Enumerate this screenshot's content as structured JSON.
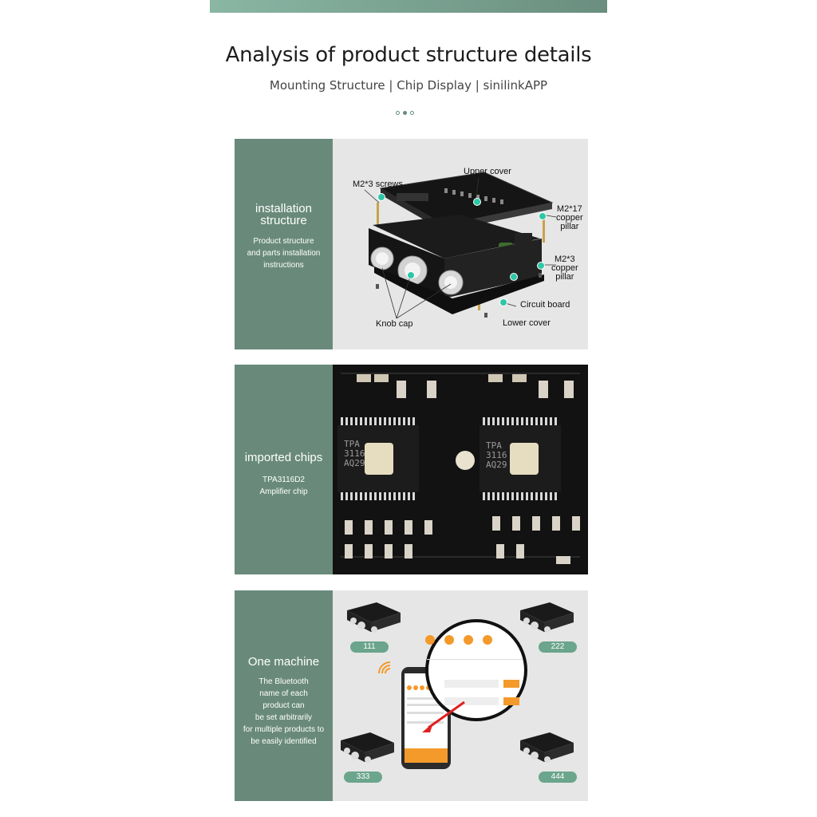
{
  "header": {
    "title": "Analysis of product structure details",
    "subtitle": "Mounting Structure | Chip Display | sinilinkAPP"
  },
  "panels": [
    {
      "title_lines": [
        "installation",
        "structure"
      ],
      "desc_lines": [
        "Product structure",
        "and parts installation",
        "instructions"
      ],
      "callouts": {
        "upper_cover": "Upper cover",
        "m2x3_screws": "M2*3 screws",
        "m2x17_a": "M2*17",
        "m2x17_b": "copper",
        "m2x17_c": "pillar",
        "m2x3_a": "M2*3",
        "m2x3_b": "copper",
        "m2x3_c": "pillar",
        "circuit_board": "Circuit board",
        "lower_cover": "Lower cover",
        "knob_cap": "Knob cap"
      }
    },
    {
      "title": "imported chips",
      "desc_lines": [
        "TPA3116D2",
        "Amplifier chip"
      ],
      "chip_text": [
        "TPA",
        "3116",
        "AQ29"
      ]
    },
    {
      "title": "One machine",
      "desc_lines": [
        "The Bluetooth",
        "name of each",
        "product can",
        "be set arbitrarily",
        "for multiple products to",
        "be easily identified"
      ],
      "device_labels": [
        "111",
        "222",
        "333",
        "444"
      ]
    }
  ],
  "colors": {
    "panel_green": "#698a7b",
    "accent_teal": "#2ec7a6",
    "label_green": "#6aa58c",
    "app_orange": "#f39a2b"
  }
}
